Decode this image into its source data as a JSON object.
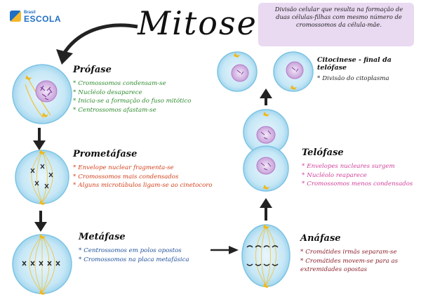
{
  "logo": {
    "small": "Brasil",
    "big": "ESCOLA"
  },
  "title": "Mitose",
  "note": "Divisão celular que resulta na formação de duas células-filhas com mesmo número de cromossomos da célula-mãe.",
  "phases": {
    "profase": {
      "title": "Prófase",
      "items": [
        "Cromossomos condensam-se",
        "Nucléolo desaparece",
        "Inicia-se a formação do fuso mitótico",
        "Centrossomos afastam-se"
      ]
    },
    "prometafase": {
      "title": "Prometáfase",
      "items": [
        "Envelope nuclear fragmenta-se",
        "Cromossomos mais condensados",
        "Alguns microtúbulos ligam-se ao cinetocoro"
      ]
    },
    "metafase": {
      "title": "Metáfase",
      "items": [
        "Centrossomos em polos opostos",
        "Cromossomos na placa metafásica"
      ]
    },
    "anafase": {
      "title": "Anáfase",
      "items": [
        "Cromátides irmãs separam-se",
        "Cromátides movem-se para as extremidades opostas"
      ]
    },
    "telofase": {
      "title": "Telófase",
      "items": [
        "Envelopes nucleares surgem",
        "Nucléolo reaparece",
        "Cromossomos menos condensados"
      ]
    },
    "citocinese": {
      "title": "Citocinese - final da telófase",
      "items": [
        "Divisão do citoplasma"
      ]
    }
  },
  "colors": {
    "cell_fill": "#bfe4f5",
    "cell_border": "#5bb6e0",
    "nucleus": "#cda6dd",
    "spindle": "#f2c230",
    "centrosome": "#f0b818",
    "profase_text": "#2e8b2e",
    "prometafase_text": "#d2401c",
    "metafase_text": "#1e4f9a",
    "anafase_text": "#8a1f2a",
    "telofase_text": "#d0419a",
    "note_bg": "#e9d9f1"
  }
}
